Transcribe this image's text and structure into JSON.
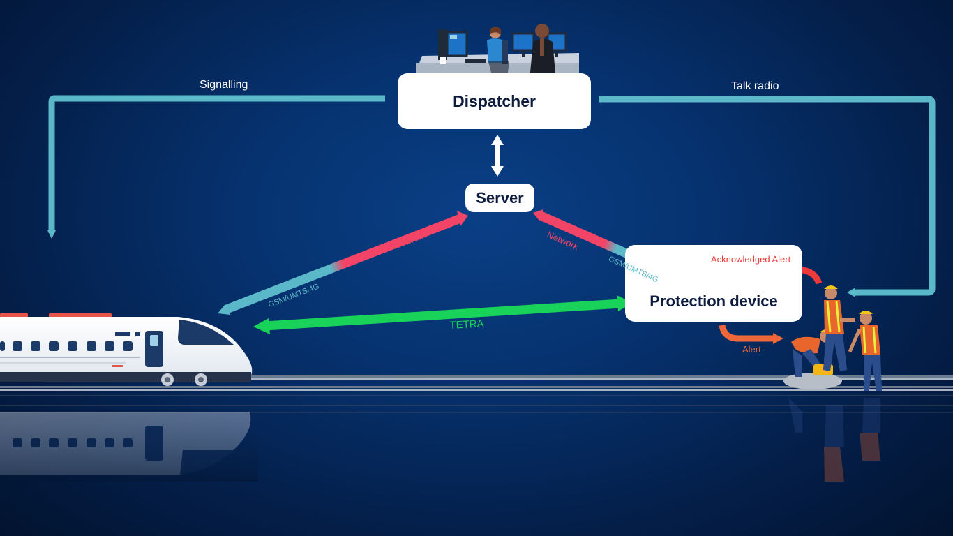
{
  "nodes": {
    "dispatcher": "Dispatcher",
    "server": "Server",
    "protection_device": "Protection device"
  },
  "links": {
    "signalling": "Signalling",
    "talk_radio": "Talk radio",
    "network_left": "Network",
    "network_right": "Network",
    "gsm_left": "GSM/UMTS/4G",
    "gsm_right": "GSM/UMTS/4G",
    "tetra": "TETRA",
    "acknowledged_alert": "Acknowledged Alert",
    "alert": "Alert"
  },
  "colors": {
    "signalling_line": "#5bb8c8",
    "network": "#f24466",
    "gsm": "#5bb8c8",
    "tetra": "#19d25a",
    "acknowledged_alert": "#ee3a3a",
    "alert": "#f0683a"
  }
}
